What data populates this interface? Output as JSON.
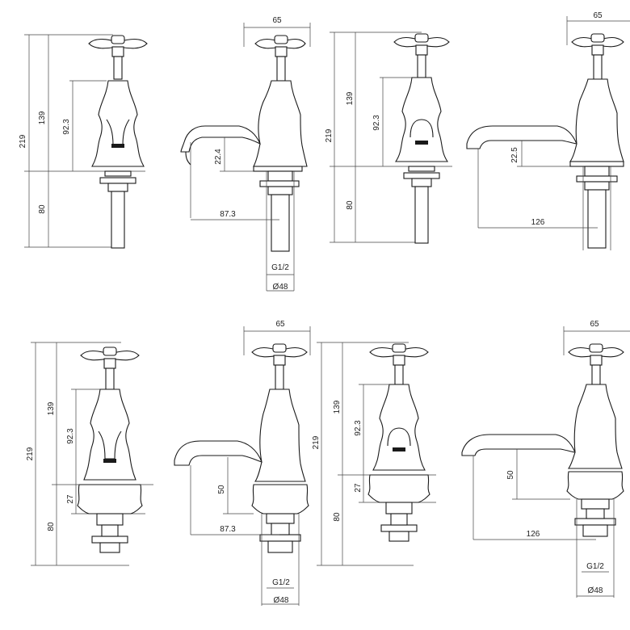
{
  "drawings": [
    {
      "id": "cross-head-tap-short",
      "labels": {
        "overall": "219",
        "upper": "139",
        "body": "92.3",
        "lower": "80"
      }
    },
    {
      "id": "cross-head-basin-tap-short",
      "labels": {
        "width": "65",
        "spout_height": "22.4",
        "reach": "87.3",
        "thread": "G1/2",
        "diameter": "Ø48"
      }
    },
    {
      "id": "cross-head-tap-short-2",
      "labels": {
        "overall": "219",
        "upper": "139",
        "body": "92.3",
        "lower": "80"
      }
    },
    {
      "id": "cross-head-bath-tap-short",
      "labels": {
        "width": "65",
        "spout_height": "22.5",
        "reach": "126"
      }
    },
    {
      "id": "cross-head-tap-tall",
      "labels": {
        "overall": "219",
        "upper": "139",
        "body": "92.3",
        "collar": "27",
        "lower": "80"
      }
    },
    {
      "id": "cross-head-basin-tap-tall",
      "labels": {
        "width": "65",
        "spout_height": "50",
        "reach": "87.3",
        "thread": "G1/2",
        "diameter": "Ø48"
      }
    },
    {
      "id": "cross-head-tap-tall-2",
      "labels": {
        "overall": "219",
        "upper": "139",
        "body": "92.3",
        "collar": "27",
        "lower": "80"
      }
    },
    {
      "id": "cross-head-bath-tap-tall",
      "labels": {
        "width": "65",
        "spout_height": "50",
        "reach": "126",
        "thread": "G1/2",
        "diameter": "Ø48"
      }
    }
  ]
}
